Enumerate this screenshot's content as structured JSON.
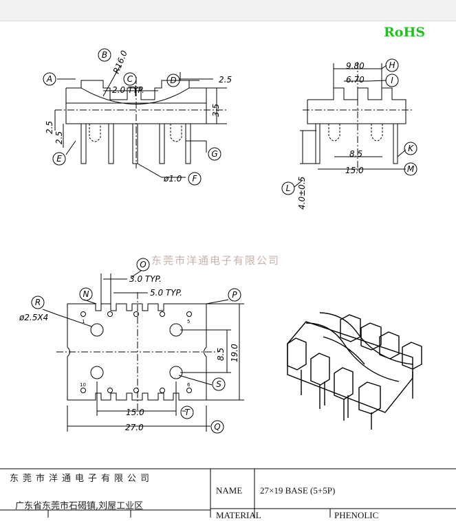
{
  "rohs": "RoHS",
  "watermark": "东莞市洋通电子有限公司",
  "callouts": {
    "A": "A",
    "B": "B",
    "C": "C",
    "D": "D",
    "E": "E",
    "F": "F",
    "G": "G",
    "H": "H",
    "I": "I",
    "K": "K",
    "L": "L",
    "M": "M",
    "N": "N",
    "O": "O",
    "P": "P",
    "Q": "Q",
    "R": "R",
    "S": "S",
    "T": "T"
  },
  "dimensions": {
    "radius": "R16.0",
    "typ_2": "2.0 TYP.",
    "d_2_5_top": "2.5",
    "d_3_5": "3.5",
    "d_2_5_a": "2.5",
    "d_2_5_b": "2.5",
    "pin_dia": "ø1.0",
    "d_9_80": "9.80",
    "d_6_70": "6.70",
    "d_8_5_side": "8.5",
    "d_15_side": "15.0",
    "d_4_0": "4.0±0.5",
    "typ_3": "3.0 TYP.",
    "typ_5": "5.0 TYP.",
    "hole_dia": "ø2.5X4",
    "d_8_5_bottom": "8.5",
    "d_19": "19.0",
    "d_15_bottom": "15.0",
    "d_27": "27.0"
  },
  "pin_numbers": {
    "p1": "1",
    "p5": "5",
    "p6": "6",
    "p10": "10"
  },
  "title_block": {
    "company": "东莞市洋通电子有限公司",
    "address": "广东省东莞市石碣镇,刘屋工业区",
    "name_label": "NAME",
    "name_value": "27×19 BASE (5+5P)",
    "material_label": "MATERIAL",
    "material_value": "PHENOLIC"
  }
}
